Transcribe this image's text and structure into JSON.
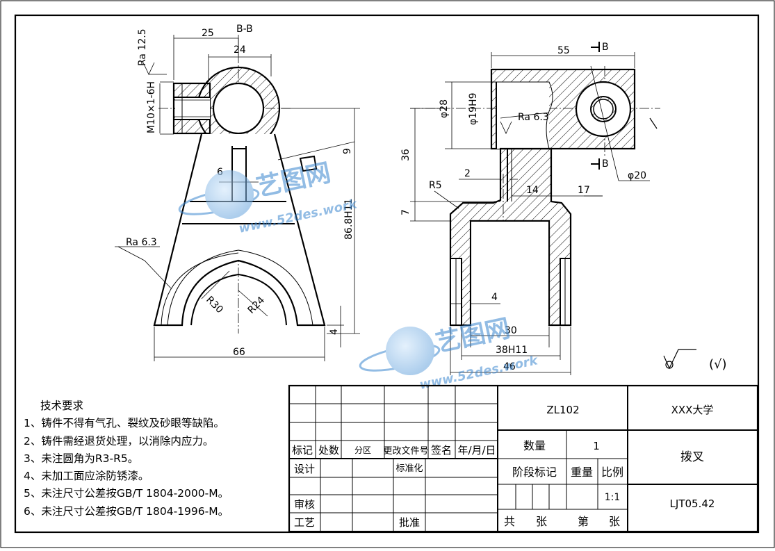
{
  "drawing": {
    "section_label": "B-B",
    "section_mark": "B",
    "left_view": {
      "dims": {
        "d25": "25",
        "d24": "24",
        "ra125": "Ra 12.5",
        "thread": "M10×1-6H",
        "d6": "6",
        "d9": "9",
        "h868": "86.8H11",
        "ra63": "Ra 6.3",
        "r30": "R30",
        "r24": "R24",
        "d66": "66",
        "d4": "4"
      }
    },
    "right_view": {
      "dims": {
        "d55": "55",
        "phi28": "φ28",
        "phi19": "φ19H9",
        "ra63": "Ra 6.3",
        "d36": "36",
        "d2": "2",
        "r5": "R5",
        "d14": "14",
        "d17": "17",
        "phi20": "φ20",
        "d7": "7",
        "d4": "4",
        "d30": "30",
        "d38": "38H11",
        "d46": "46"
      }
    },
    "surface_note": "(√)",
    "watermark": {
      "brand": "艺图网",
      "url": "www.52des.work"
    }
  },
  "tech_requirements": {
    "title": "技术要求",
    "items": [
      "1、铸件不得有气孔、裂纹及砂眼等缺陷。",
      "2、铸件需经退货处理，以消除内应力。",
      "3、未注圆角为R3-R5。",
      "4、未加工面应涂防锈漆。",
      "5、未注尺寸公差按GB/T 1804-2000-M。",
      "6、未注尺寸公差按GB/T 1804-1996-M。"
    ]
  },
  "title_block": {
    "material": "ZL102",
    "school": "XXX大学",
    "quantity_label": "数量",
    "quantity": "1",
    "part_name": "拨叉",
    "stage_label": "阶段标记",
    "weight_label": "重量",
    "scale_label": "比例",
    "scale": "1:1",
    "drawing_no": "LJT05.42",
    "sheet_total": "共",
    "sheet_unit1": "张",
    "sheet_no": "第",
    "sheet_unit2": "张",
    "rev_headers": [
      "标记",
      "处数",
      "分区",
      "更改文件号",
      "签名",
      "年/月/日"
    ],
    "design": "设计",
    "standard": "标准化",
    "check": "审核",
    "process": "工艺",
    "approve": "批准"
  }
}
